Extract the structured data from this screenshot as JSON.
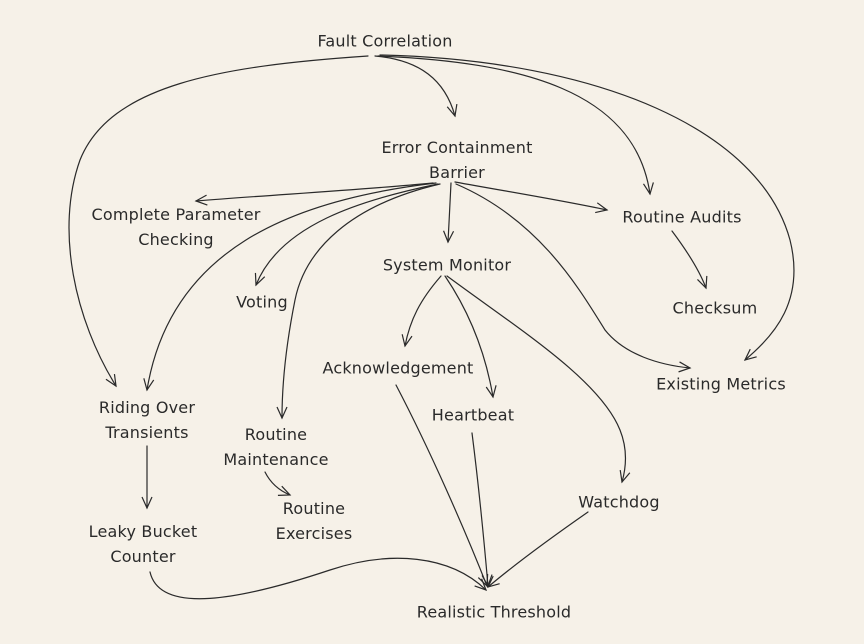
{
  "nodes": {
    "fault_correlation": {
      "lines": [
        "Fault Correlation"
      ]
    },
    "error_containment_barrier": {
      "lines": [
        "Error Containment",
        "Barrier"
      ]
    },
    "complete_parameter_checking": {
      "lines": [
        "Complete Parameter",
        "Checking"
      ]
    },
    "routine_audits": {
      "lines": [
        "Routine Audits"
      ]
    },
    "system_monitor": {
      "lines": [
        "System Monitor"
      ]
    },
    "voting": {
      "lines": [
        "Voting"
      ]
    },
    "checksum": {
      "lines": [
        "Checksum"
      ]
    },
    "acknowledgement": {
      "lines": [
        "Acknowledgement"
      ]
    },
    "existing_metrics": {
      "lines": [
        "Existing Metrics"
      ]
    },
    "riding_over_transients": {
      "lines": [
        "Riding Over",
        "Transients"
      ]
    },
    "heartbeat": {
      "lines": [
        "Heartbeat"
      ]
    },
    "routine_maintenance": {
      "lines": [
        "Routine",
        "Maintenance"
      ]
    },
    "watchdog": {
      "lines": [
        "Watchdog"
      ]
    },
    "routine_exercises": {
      "lines": [
        "Routine",
        "Exercises"
      ]
    },
    "leaky_bucket_counter": {
      "lines": [
        "Leaky Bucket",
        "Counter"
      ]
    },
    "realistic_threshold": {
      "lines": [
        "Realistic Threshold"
      ]
    }
  },
  "edges": [
    {
      "from": "fault_correlation",
      "to": "error_containment_barrier"
    },
    {
      "from": "fault_correlation",
      "to": "routine_audits"
    },
    {
      "from": "fault_correlation",
      "to": "existing_metrics"
    },
    {
      "from": "fault_correlation",
      "to": "riding_over_transients"
    },
    {
      "from": "error_containment_barrier",
      "to": "complete_parameter_checking"
    },
    {
      "from": "error_containment_barrier",
      "to": "routine_audits"
    },
    {
      "from": "error_containment_barrier",
      "to": "system_monitor"
    },
    {
      "from": "error_containment_barrier",
      "to": "voting"
    },
    {
      "from": "error_containment_barrier",
      "to": "riding_over_transients"
    },
    {
      "from": "error_containment_barrier",
      "to": "routine_maintenance"
    },
    {
      "from": "error_containment_barrier",
      "to": "existing_metrics"
    },
    {
      "from": "routine_audits",
      "to": "checksum"
    },
    {
      "from": "system_monitor",
      "to": "acknowledgement"
    },
    {
      "from": "system_monitor",
      "to": "heartbeat"
    },
    {
      "from": "system_monitor",
      "to": "watchdog"
    },
    {
      "from": "riding_over_transients",
      "to": "leaky_bucket_counter"
    },
    {
      "from": "routine_maintenance",
      "to": "routine_exercises"
    },
    {
      "from": "acknowledgement",
      "to": "realistic_threshold"
    },
    {
      "from": "heartbeat",
      "to": "realistic_threshold"
    },
    {
      "from": "watchdog",
      "to": "realistic_threshold"
    },
    {
      "from": "leaky_bucket_counter",
      "to": "realistic_threshold"
    }
  ],
  "colors": {
    "background": "#f6f1e8",
    "ink": "#2a2a2a"
  }
}
